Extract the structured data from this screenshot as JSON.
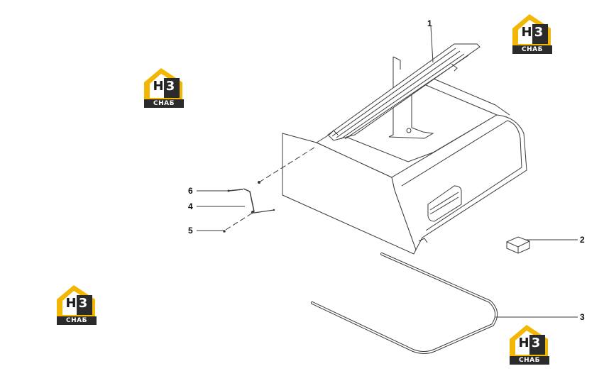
{
  "callouts": {
    "c1": "1",
    "c2": "2",
    "c3": "3",
    "c4": "4",
    "c5": "5",
    "c6": "6"
  },
  "logo": {
    "letter_h": "H",
    "letter_3": "3",
    "caption": "СНАБ",
    "color_roof": "#f2b705",
    "color_dark": "#2b2b2b"
  }
}
